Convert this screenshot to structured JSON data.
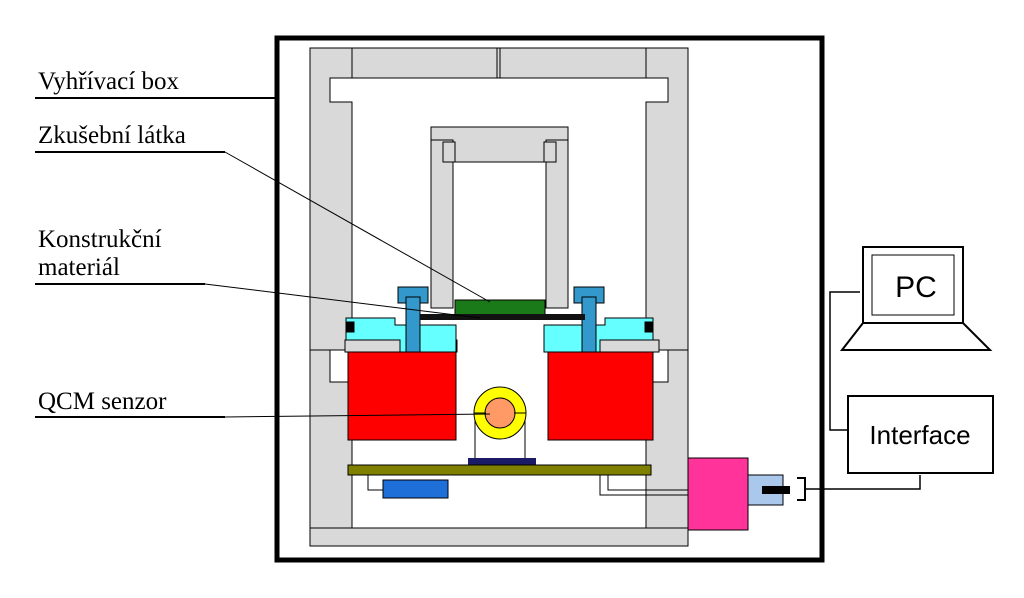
{
  "labels": {
    "heating_box": "Vyhřívací box",
    "test_substance": "Zkušební látka",
    "construction_material_line1": "Konstrukční",
    "construction_material_line2": "materiál",
    "qcm_sensor": "QCM senzor",
    "pc": "PC",
    "interface": "Interface"
  },
  "colors": {
    "housing_gray": "#d9d9d9",
    "clamp_cyan": "#66ffff",
    "bolt_blue": "#3399cc",
    "heater_red": "#ff0000",
    "sample_green": "#1a7a1a",
    "sensor_yellow": "#ffff00",
    "sensor_orange": "#ff9966",
    "base_navy": "#1a1a66",
    "board_olive": "#808000",
    "chip_blue": "#1f6fd9",
    "connector_magenta": "#ff3399",
    "plug_lightblue": "#a9c8ec"
  }
}
